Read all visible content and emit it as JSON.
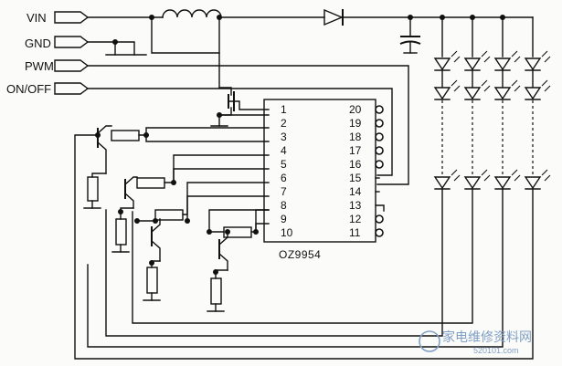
{
  "inputs": [
    {
      "id": "vin",
      "label": "VIN"
    },
    {
      "id": "gnd",
      "label": "GND"
    },
    {
      "id": "pwm",
      "label": "PWM"
    },
    {
      "id": "onoff",
      "label": "ON/OFF"
    }
  ],
  "ic": {
    "name": "OZ9954",
    "left_pins": [
      "1",
      "2",
      "3",
      "4",
      "5",
      "6",
      "7",
      "8",
      "9",
      "10"
    ],
    "right_pins": [
      "20",
      "19",
      "18",
      "17",
      "16",
      "15",
      "14",
      "13",
      "12",
      "11"
    ]
  },
  "watermark": {
    "text": "家电维修资料网",
    "url": "520101.com"
  }
}
